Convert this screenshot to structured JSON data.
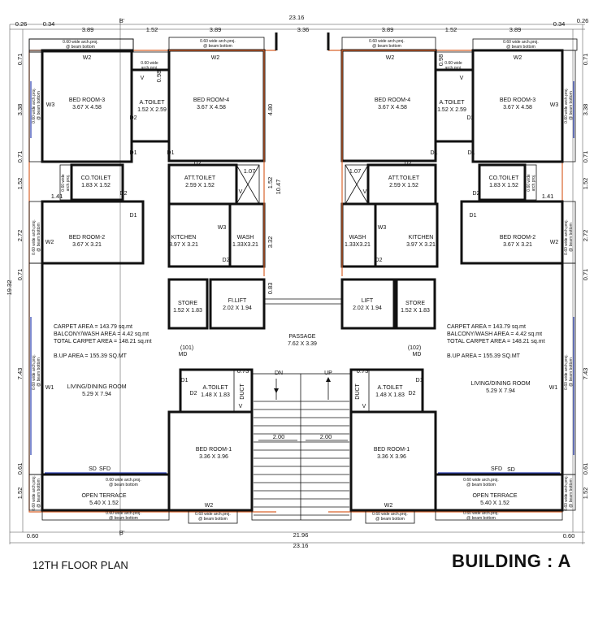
{
  "floor_title": "12TH FLOOR PLAN",
  "building_title": "BUILDING : A",
  "section_marker": "B'",
  "dims": {
    "overall_width": "23.16",
    "inner_width": "21.96",
    "left_margin": "0.26",
    "right_margin": "0.26",
    "edge_060": "0.60",
    "d034": "0.34",
    "d389": "3.89",
    "d152": "1.52",
    "d336": "3.36",
    "d071": "0.71",
    "d338": "3.38",
    "d272": "2.72",
    "d743": "7.43",
    "d061": "0.61",
    "overall_height": "19.32",
    "d480": "4.80",
    "d1047": "10.47",
    "d332": "3.32",
    "d083": "0.83",
    "d107": "1.07",
    "d141": "1.41",
    "d073": "0.73",
    "d098": "0.98",
    "stair_200": "2.00"
  },
  "notes": {
    "arch_proj_line1": "0.60 wide arch.proj.",
    "arch_proj_line2": "@ beam bottom",
    "arch_proj_short1": "0.60 wide",
    "arch_proj_short2": "arch.proj."
  },
  "rooms": {
    "bed3": "BED ROOM-3",
    "bed3_size": "3.67 X 4.58",
    "bed4": "BED ROOM-4",
    "bed4_size": "3.67 X 4.58",
    "atoilet_top": "A.TOILET",
    "atoilet_top_size": "1.52 X 2.59",
    "cotoilet": "CO.TOILET",
    "cotoilet_size": "1.83 X 1.52",
    "atttoilet": "ATT.TOILET",
    "atttoilet_size": "2.59 X 1.52",
    "bed2": "BED ROOM-2",
    "bed2_size": "3.67 X 3.21",
    "kitchen": "KITCHEN",
    "kitchen_size": "3.97 X 3.21",
    "wash": "WASH",
    "wash_size": "1.33X3.21",
    "store": "STORE",
    "store_size": "1.52 X 1.83",
    "filift": "FI.LIFT",
    "filift_size": "2.02 X 1.94",
    "lift": "LIFT",
    "lift_size": "2.02 X 1.94",
    "passage": "PASSAGE",
    "passage_size": "7.62 X 3.39",
    "living": "LIVING/DINING ROOM",
    "living_size": "5.29 X 7.94",
    "atoilet_bottom": "A.TOILET",
    "atoilet_bottom_size": "1.48 X 1.83",
    "bed1": "BED ROOM-1",
    "bed1_size": "3.36 X 3.96",
    "terrace": "OPEN TERRACE",
    "terrace_size": "5.40 X 1.52",
    "duct": "DUCT"
  },
  "flats": {
    "left_no": "(101)",
    "right_no": "(102)",
    "md": "MD"
  },
  "areas": {
    "carpet": "CARPET AREA = 143.79 sq.mt",
    "balcony": "BALCONY/WASH AREA = 4.42 sq.mt",
    "total": "TOTAL CARPET AREA = 148.21 sq.mt",
    "bup": "B.UP AREA = 155.39 SQ.MT"
  },
  "openings": {
    "d1": "D1",
    "d2": "D2",
    "w1": "W1",
    "w2": "W2",
    "w3": "W3",
    "v": "V",
    "sd": "SD",
    "sfd": "SFD",
    "dn": "DN",
    "up": "UP"
  }
}
